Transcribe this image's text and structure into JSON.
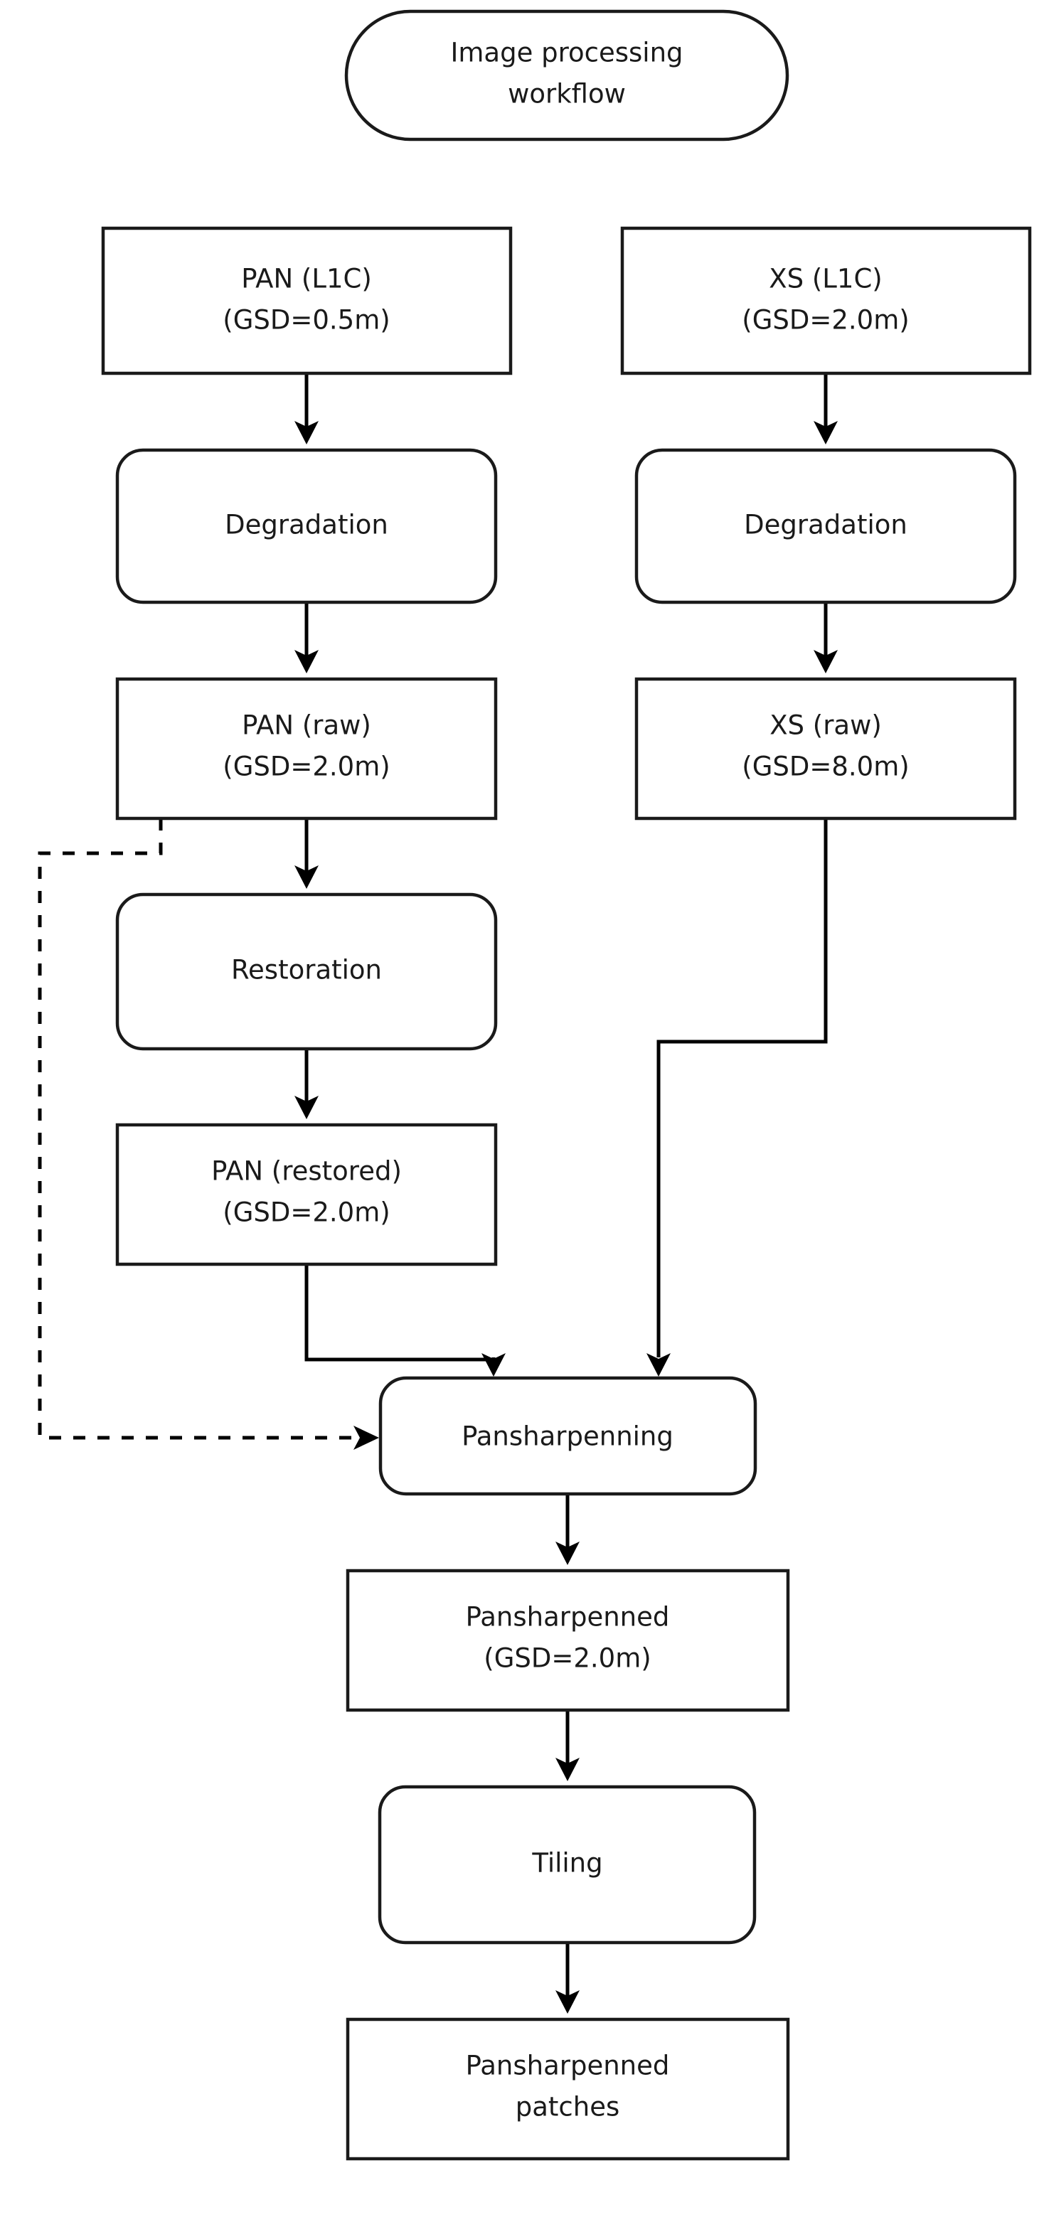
{
  "diagram": {
    "title": {
      "id": "workflow-title",
      "lines": [
        "Image processing",
        "workflow"
      ],
      "shape": "stadium"
    },
    "accent_color": "#000000",
    "background_color": "#ffffff",
    "stroke_color": "#1a1a1a",
    "nodes": [
      {
        "id": "pan-l1c",
        "shape": "rect",
        "line1": "PAN (L1C)",
        "line2": "(GSD=0.5m)"
      },
      {
        "id": "xs-l1c",
        "shape": "rect",
        "line1": "XS (L1C)",
        "line2": "(GSD=2.0m)"
      },
      {
        "id": "degradation-pan",
        "shape": "rounded",
        "line1": "Degradation",
        "line2": ""
      },
      {
        "id": "degradation-xs",
        "shape": "rounded",
        "line1": "Degradation",
        "line2": ""
      },
      {
        "id": "pan-raw",
        "shape": "rect",
        "line1": "PAN (raw)",
        "line2": "(GSD=2.0m)"
      },
      {
        "id": "xs-raw",
        "shape": "rect",
        "line1": "XS (raw)",
        "line2": "(GSD=8.0m)"
      },
      {
        "id": "restoration",
        "shape": "rounded",
        "line1": "Restoration",
        "line2": ""
      },
      {
        "id": "pan-restored",
        "shape": "rect",
        "line1": "PAN (restored)",
        "line2": "(GSD=2.0m)"
      },
      {
        "id": "pansharpenning",
        "shape": "rounded",
        "line1": "Pansharpenning",
        "line2": ""
      },
      {
        "id": "pansharpenned",
        "shape": "rect",
        "line1": "Pansharpenned",
        "line2": "(GSD=2.0m)"
      },
      {
        "id": "tiling",
        "shape": "rounded",
        "line1": "Tiling",
        "line2": ""
      },
      {
        "id": "pansharpenned-patches",
        "shape": "rect",
        "line1": "Pansharpenned",
        "line2": "patches"
      }
    ],
    "edges": [
      {
        "id": "pan-l1c-to-degradation-pan",
        "from": "pan-l1c",
        "to": "degradation-pan",
        "style": "solid"
      },
      {
        "id": "xs-l1c-to-degradation-xs",
        "from": "xs-l1c",
        "to": "degradation-xs",
        "style": "solid"
      },
      {
        "id": "degradation-pan-to-pan-raw",
        "from": "degradation-pan",
        "to": "pan-raw",
        "style": "solid"
      },
      {
        "id": "degradation-xs-to-xs-raw",
        "from": "degradation-xs",
        "to": "xs-raw",
        "style": "solid"
      },
      {
        "id": "pan-raw-to-restoration",
        "from": "pan-raw",
        "to": "restoration",
        "style": "solid"
      },
      {
        "id": "pan-raw-to-pansharpenning",
        "from": "pan-raw",
        "to": "pansharpenning",
        "style": "dashed"
      },
      {
        "id": "restoration-to-pan-restored",
        "from": "restoration",
        "to": "pan-restored",
        "style": "solid"
      },
      {
        "id": "pan-restored-to-pansharpenning",
        "from": "pan-restored",
        "to": "pansharpenning",
        "style": "solid"
      },
      {
        "id": "xs-raw-to-pansharpenning",
        "from": "xs-raw",
        "to": "pansharpenning",
        "style": "solid"
      },
      {
        "id": "pansharpenning-to-pansharpenned",
        "from": "pansharpenning",
        "to": "pansharpenned",
        "style": "solid"
      },
      {
        "id": "pansharpenned-to-tiling",
        "from": "pansharpenned",
        "to": "tiling",
        "style": "solid"
      },
      {
        "id": "tiling-to-pansharpenned-patches",
        "from": "tiling",
        "to": "pansharpenned-patches",
        "style": "solid"
      }
    ]
  }
}
